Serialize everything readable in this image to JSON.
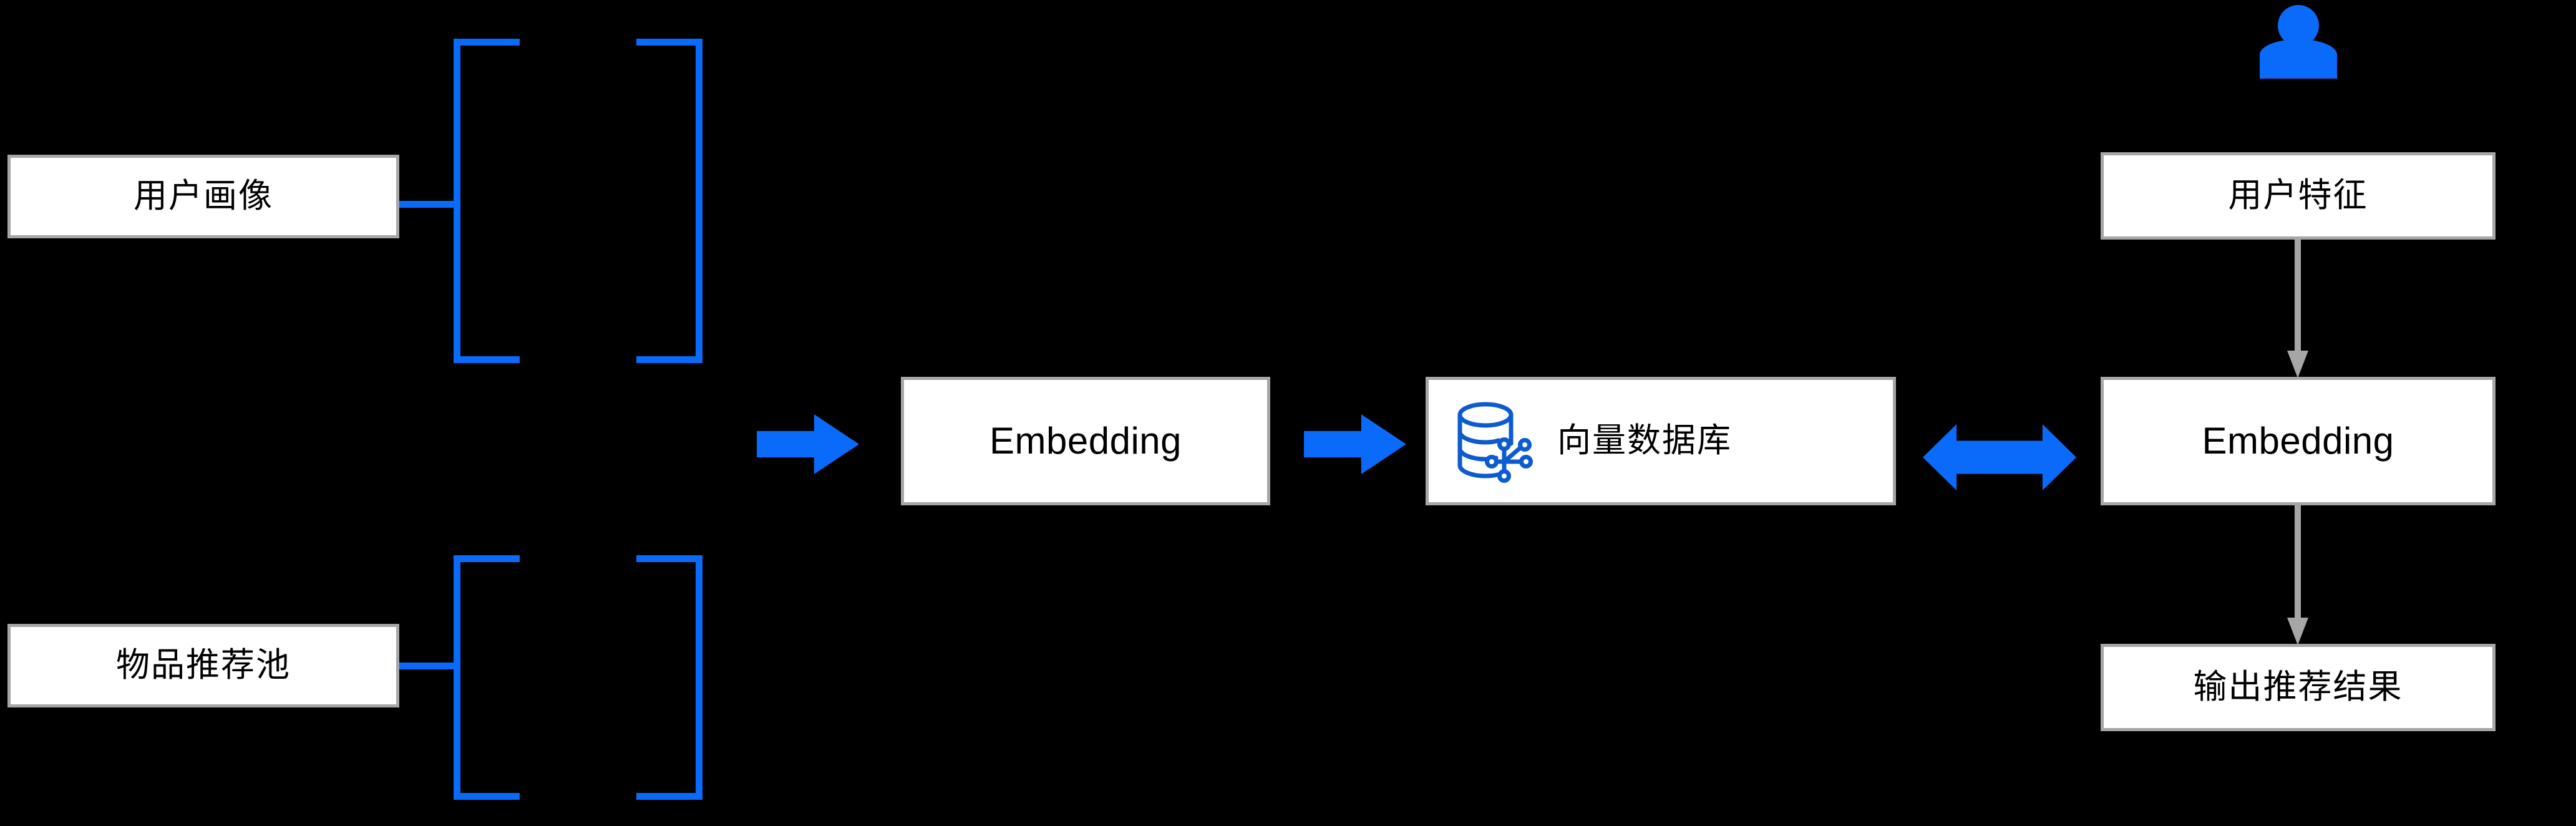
{
  "diagram": {
    "title": "Recommendation system embedding / vector database flow",
    "colors": {
      "background": "#000000",
      "accent_blue": "#0A6AFA",
      "box_border_gray": "#A6A6A6",
      "box_fill": "#FFFFFF",
      "arrow_gray": "#A6A6A6",
      "text": "#000000"
    },
    "left_column": {
      "user_profile_box": {
        "label": "用户画像"
      },
      "item_pool_box": {
        "label": "物品推荐池"
      },
      "bracket_top": {
        "icon": "square-bracket-pair-icon"
      },
      "bracket_bottom": {
        "icon": "square-bracket-pair-icon"
      },
      "connector_top": {
        "icon": "connector-line-icon"
      },
      "connector_bottom": {
        "icon": "connector-line-icon"
      }
    },
    "middle": {
      "arrow_1": {
        "icon": "block-arrow-right-icon"
      },
      "embedding_box": {
        "label": "Embedding"
      },
      "arrow_2": {
        "icon": "block-arrow-right-icon"
      },
      "vector_db_box": {
        "label": "向量数据库",
        "icon": "vector-database-icon"
      },
      "arrow_bidirectional": {
        "icon": "block-arrow-bidirectional-icon"
      }
    },
    "right_column": {
      "user_icon": {
        "icon": "user-person-icon"
      },
      "user_feature_box": {
        "label": "用户特征"
      },
      "gray_arrow_1": {
        "icon": "arrow-down-icon"
      },
      "embedding_box": {
        "label": "Embedding"
      },
      "gray_arrow_2": {
        "icon": "arrow-down-icon"
      },
      "output_box": {
        "label": "输出推荐结果"
      }
    }
  }
}
